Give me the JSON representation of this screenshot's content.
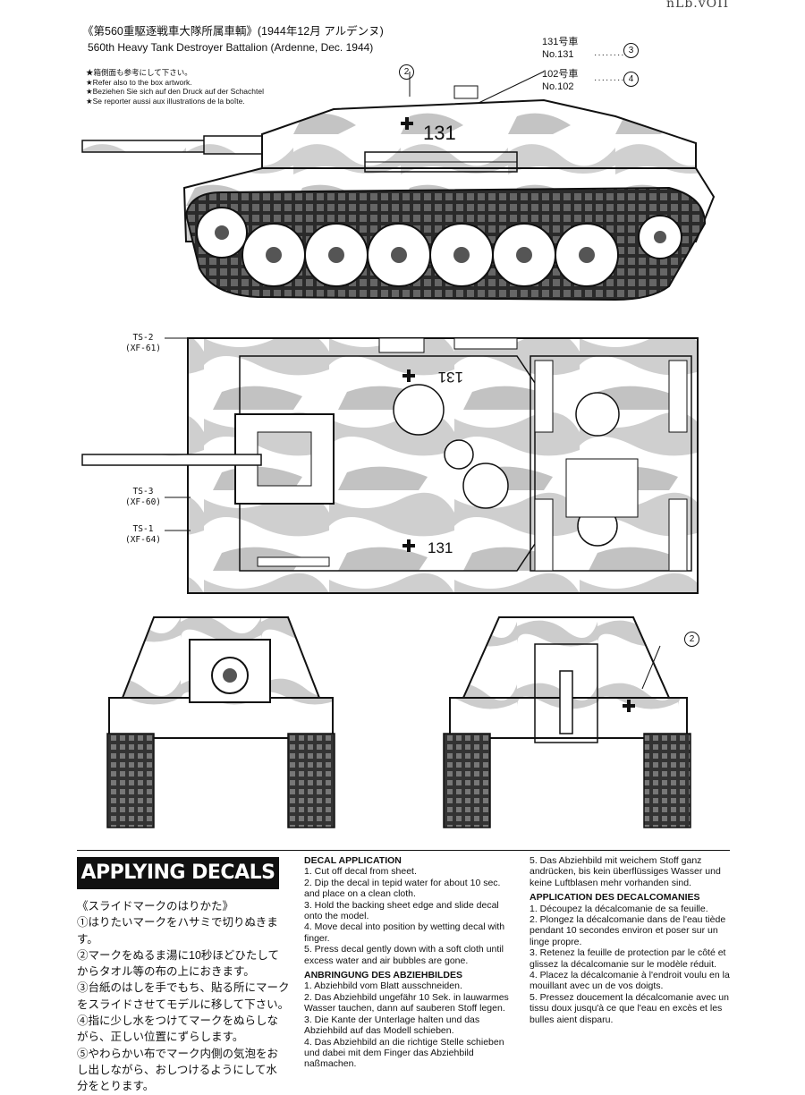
{
  "corner_mark": "nLb.vOII",
  "header": {
    "title_jp": "《第560重駆逐戦車大隊所属車輌》(1944年12月 アルデンヌ)",
    "title_en": "560th Heavy Tank Destroyer Battalion (Ardenne, Dec. 1944)",
    "notes": [
      "★箱側面も参考にして下さい。",
      "★Refer also to the box artwork.",
      "★Beziehen Sie sich auf den Druck auf der Schachtel",
      "★Se reporter aussi aux illustrations de la boîte."
    ]
  },
  "callouts": {
    "v131_jp": "131号車",
    "v131_en": "No.131",
    "v131_num": "3",
    "v102_jp": "102号車",
    "v102_en": "No.102",
    "v102_num": "4",
    "side_marker": "2",
    "rear_marker": "2"
  },
  "markings": {
    "hull_number": "131"
  },
  "paints": {
    "ts2_code": "TS-2",
    "ts2_xf": "(XF-61)",
    "ts3_code": "TS-3",
    "ts3_xf": "(XF-60)",
    "ts1_code": "TS-1",
    "ts1_xf": "(XF-64)"
  },
  "section_title": "APPLYING DECALS",
  "jp_instructions": {
    "heading": "《スライドマークのはりかた》",
    "lines": [
      "①はりたいマークをハサミで切りぬきます。",
      "②マークをぬるま湯に10秒ほどひたして",
      "からタオル等の布の上におきます。",
      "③台紙のはしを手でもち、貼る所にマーク",
      "をスライドさせてモデルに移して下さい。",
      "④指に少し水をつけてマークをぬらしな",
      "がら、正しい位置にずらします。",
      "⑤やわらかい布でマーク内側の気泡をお",
      "し出しながら、おしつけるようにして水",
      "分をとります。"
    ]
  },
  "en": {
    "heading": "DECAL APPLICATION",
    "steps": [
      "1. Cut off decal from sheet.",
      "2. Dip the decal in tepid water for about 10 sec. and place on a clean cloth.",
      "3. Hold the backing sheet edge and slide decal onto the model.",
      "4. Move decal into position by wetting decal with finger.",
      "5. Press decal gently down with a soft cloth until excess water and air bubbles are gone."
    ]
  },
  "de": {
    "heading": "ANBRINGUNG DES ABZIEHBILDES",
    "steps": [
      "1. Abziehbild vom Blatt ausschneiden.",
      "2. Das Abziehbild ungefähr 10 Sek. in lauwarmes Wasser tauchen, dann auf sauberen Stoff legen.",
      "3. Die Kante der Unterlage halten und das Abziehbild auf das Modell schieben.",
      "4. Das Abziehbild an die richtige Stelle schieben und dabei mit dem Finger das Abziehbild naßmachen.",
      "5. Das Abziehbild mit weichem Stoff ganz andrücken, bis kein überflüssiges Wasser und keine Luftblasen mehr vorhanden sind."
    ]
  },
  "fr": {
    "heading": "APPLICATION DES DECALCOMANIES",
    "steps": [
      "1. Découpez la décalcomanie de sa feuille.",
      "2. Plongez la décalcomanie dans de l'eau tiède pendant 10 secondes environ et poser sur un linge propre.",
      "3. Retenez la feuille de protection par le côté et glissez la décalcomanie sur le modèle réduit.",
      "4. Placez la décalcomanie à l'endroit voulu en la mouillant avec un de vos doigts.",
      "5. Pressez doucement la décalcomanie avec un tissu doux jusqu'à ce que l'eau en excès et les bulles aient disparu."
    ]
  }
}
